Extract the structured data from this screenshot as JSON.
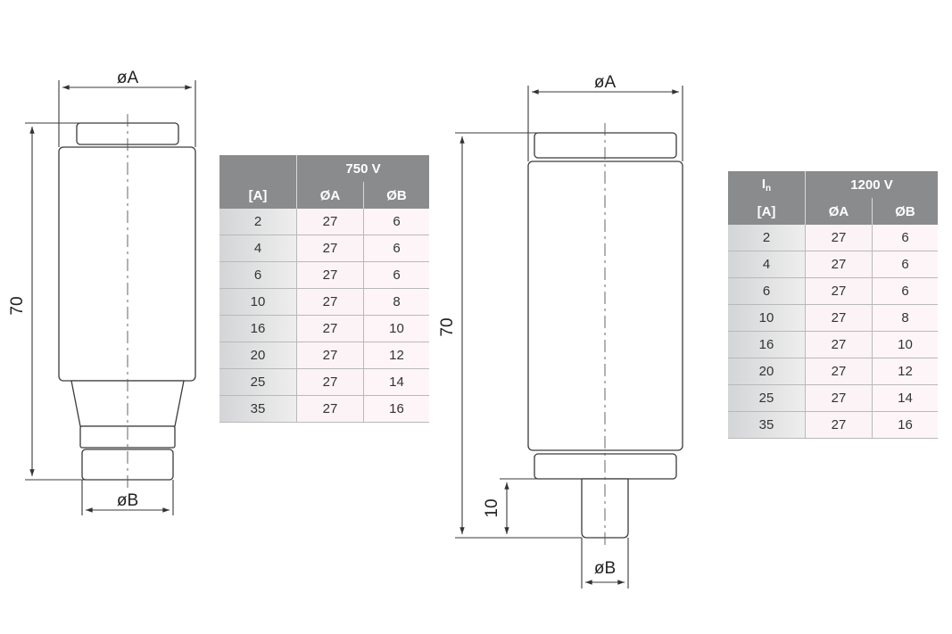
{
  "dimensions": {
    "left_diameter_a": "øA",
    "left_diameter_b": "øB",
    "left_length": "70",
    "right_diameter_a": "øA",
    "right_diameter_b": "øB",
    "right_length": "70",
    "right_pin_length": "10"
  },
  "table_750": {
    "voltage": "750 V",
    "headers": [
      "[A]",
      "ØA",
      "ØB"
    ],
    "rows": [
      [
        "2",
        "27",
        "6"
      ],
      [
        "4",
        "27",
        "6"
      ],
      [
        "6",
        "27",
        "6"
      ],
      [
        "10",
        "27",
        "8"
      ],
      [
        "16",
        "27",
        "10"
      ],
      [
        "20",
        "27",
        "12"
      ],
      [
        "25",
        "27",
        "14"
      ],
      [
        "35",
        "27",
        "16"
      ]
    ]
  },
  "table_1200": {
    "current_symbol": "I",
    "current_subscript": "n",
    "voltage": "1200 V",
    "headers": [
      "[A]",
      "ØA",
      "ØB"
    ],
    "rows": [
      [
        "2",
        "27",
        "6"
      ],
      [
        "4",
        "27",
        "6"
      ],
      [
        "6",
        "27",
        "6"
      ],
      [
        "10",
        "27",
        "8"
      ],
      [
        "16",
        "27",
        "10"
      ],
      [
        "20",
        "27",
        "12"
      ],
      [
        "25",
        "27",
        "14"
      ],
      [
        "35",
        "27",
        "16"
      ]
    ]
  }
}
